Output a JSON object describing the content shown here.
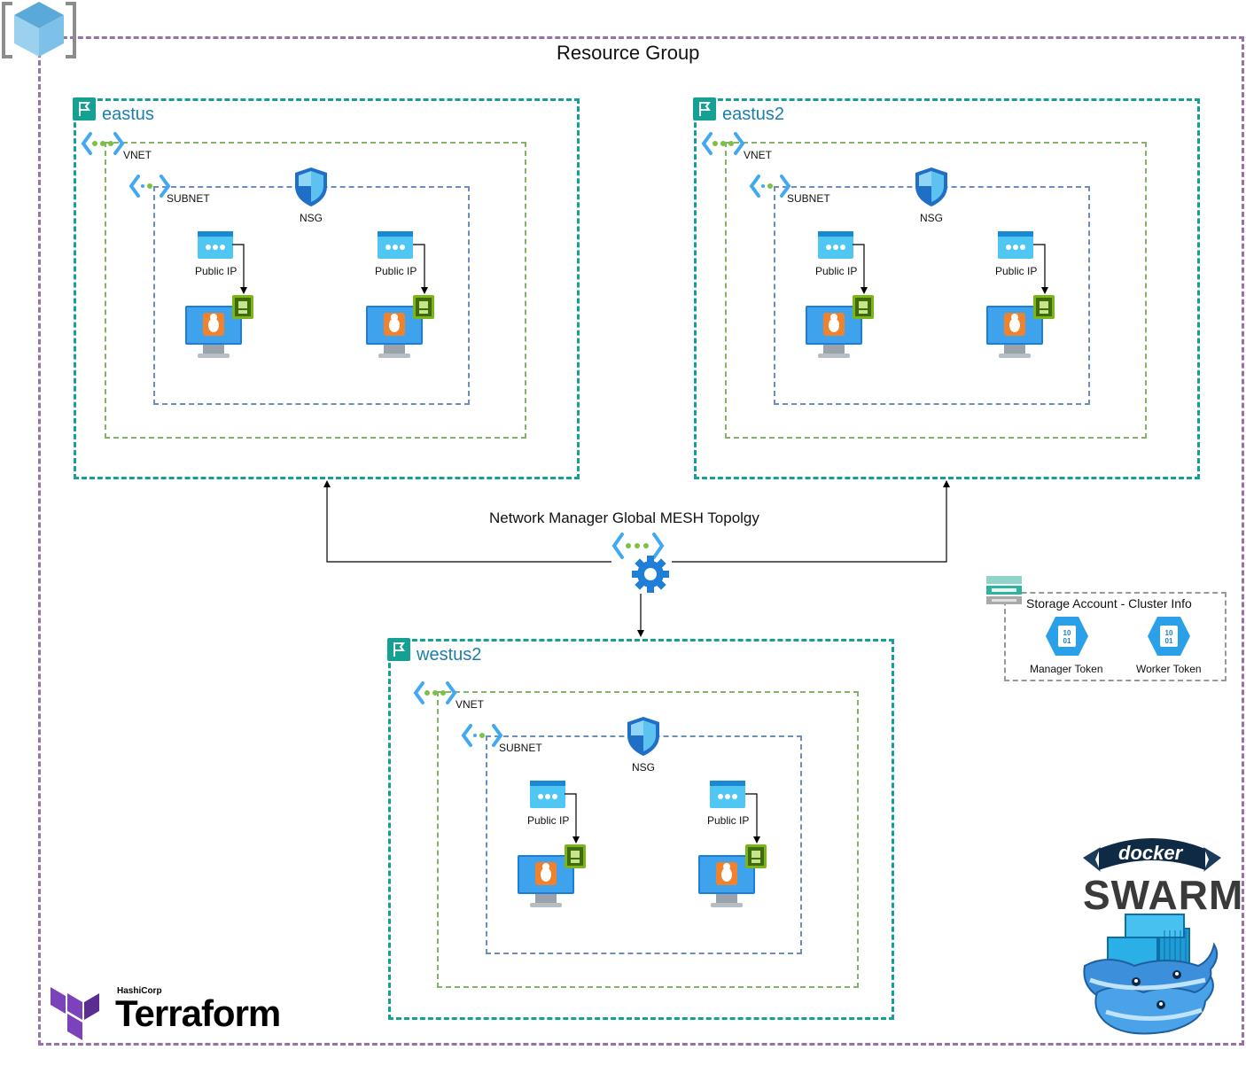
{
  "resource_group": {
    "title": "Resource Group"
  },
  "regions": [
    {
      "name": "eastus",
      "vnet": "VNET",
      "subnet": "SUBNET",
      "nsg": "NSG",
      "public_ips": [
        "Public IP",
        "Public IP"
      ]
    },
    {
      "name": "eastus2",
      "vnet": "VNET",
      "subnet": "SUBNET",
      "nsg": "NSG",
      "public_ips": [
        "Public IP",
        "Public IP"
      ]
    },
    {
      "name": "westus2",
      "vnet": "VNET",
      "subnet": "SUBNET",
      "nsg": "NSG",
      "public_ips": [
        "Public IP",
        "Public IP"
      ]
    }
  ],
  "network_manager": {
    "label": "Network Manager Global MESH Topolgy"
  },
  "storage": {
    "title": "Storage Account - Cluster Info",
    "manager_token": "Manager Token",
    "worker_token": "Worker Token",
    "token_glyph": "10 01"
  },
  "logos": {
    "terraform_vendor": "HashiCorp",
    "terraform_name": "Terraform",
    "docker_word": "docker",
    "swarm_word": "SWARM"
  },
  "icons": [
    "resource-group-icon",
    "region-flag-icon",
    "vnet-icon",
    "subnet-icon",
    "nsg-shield-icon",
    "public-ip-icon",
    "linux-vm-icon",
    "nic-icon",
    "network-manager-icon",
    "storage-account-icon",
    "token-blob-icon",
    "terraform-logo",
    "docker-swarm-logo"
  ],
  "colors": {
    "resource_group_border": "#9673a6",
    "region_border": "#14a093",
    "vnet_border": "#82b366",
    "subnet_border": "#6c8ebf",
    "region_title": "#1a7fb0"
  }
}
